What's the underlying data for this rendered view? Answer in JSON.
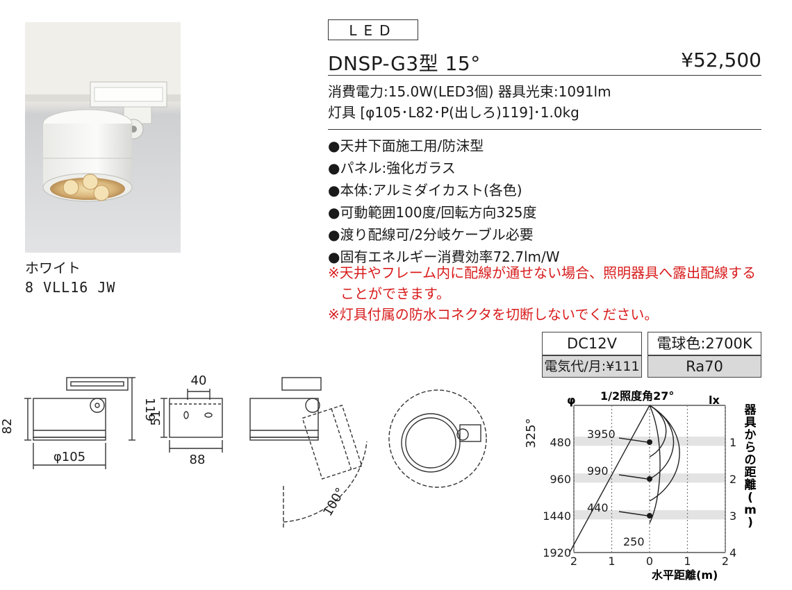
{
  "product": {
    "badge": "LED",
    "model": "DNSP-G3型 15°",
    "price": "¥52,500",
    "spec_line1": "消費電力:15.0W(LED3個) 器具光束:1091lm",
    "spec_line2": "灯具 [φ105･L82･P(出しろ)119]･1.0kg",
    "features": [
      "●天井下面施工用/防沫型",
      "●パネル:強化ガラス",
      "●本体:アルミダイカスト(各色)",
      "●可動範囲100度/回転方向325度",
      "●渡り配線可/2分岐ケーブル必要",
      "●固有エネルギー消費効率72.7lm/W"
    ],
    "notes": [
      "※天井やフレーム内に配線が通せない場合、照明器具へ露出配線することができます。",
      "※灯具付属の防水コネクタを切断しないでください。"
    ]
  },
  "photo": {
    "color_name": "ホワイト",
    "code": "8 VLL16 JW"
  },
  "boxes": {
    "voltage": "DC12V",
    "color_temp": "電球色:2700K",
    "electricity": "電気代/月:¥111",
    "ra": "Ra70"
  },
  "dimensions": {
    "height": "82",
    "projection": "119",
    "diameter": "φ105",
    "top_width": "40",
    "side_height": "51",
    "base_width": "88",
    "tilt": "100°",
    "rotation": "325°"
  },
  "chart_data": {
    "type": "area",
    "title": "1/2照度角27°",
    "phi_label": "φ",
    "lx_label": "lx",
    "ylabel": "器具からの距離(m)",
    "xlabel": "水平距離(m)",
    "x_ticks": [
      "2",
      "1",
      "0",
      "1",
      "2"
    ],
    "left_ticks": [
      "480",
      "960",
      "1440",
      "1920"
    ],
    "right_ticks": [
      "1",
      "2",
      "3",
      "4"
    ],
    "points": [
      {
        "distance": 1,
        "lux": "3950"
      },
      {
        "distance": 2,
        "lux": "990"
      },
      {
        "distance": 3,
        "lux": "440"
      },
      {
        "distance": 4,
        "lux": "250"
      }
    ]
  },
  "colors": {
    "note_red": "#d81c1c",
    "box_grey": "#d9d9d9",
    "band_grey": "#e3e3e3"
  }
}
